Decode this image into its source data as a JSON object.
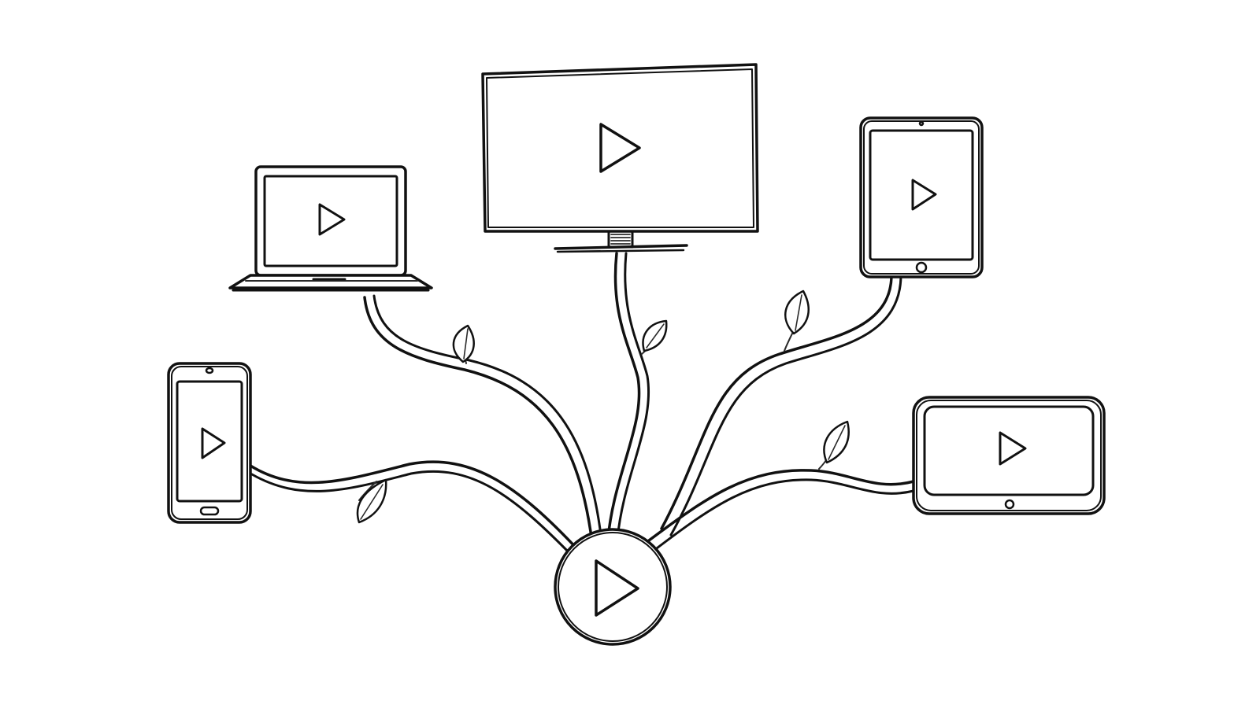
{
  "diagram": {
    "hub": {
      "icon": "play-icon"
    },
    "devices": [
      {
        "kind": "smartphone",
        "icon": "play-icon"
      },
      {
        "kind": "laptop",
        "icon": "play-icon"
      },
      {
        "kind": "tv-monitor",
        "icon": "play-icon"
      },
      {
        "kind": "tablet-portrait",
        "icon": "play-icon"
      },
      {
        "kind": "tablet-landscape",
        "icon": "play-icon"
      }
    ],
    "connector_style": "vines-with-leaves",
    "colors": {
      "ink": "#111111",
      "background": "#ffffff"
    }
  }
}
